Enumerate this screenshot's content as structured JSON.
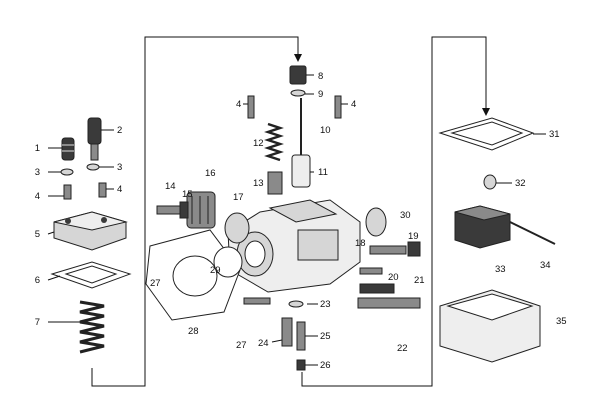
{
  "diagram": {
    "colors": {
      "ink": "#111111",
      "paper": "#ffffff",
      "part_dark": "#3a3a3a",
      "part_mid": "#8a8a8a",
      "part_light": "#d6d6d6"
    },
    "callouts": {
      "n1": "1",
      "n2": "2",
      "n3a": "3",
      "n3b": "3",
      "n4a": "4",
      "n4b": "4",
      "n4c": "4",
      "n4d": "4",
      "n5": "5",
      "n6": "6",
      "n7": "7",
      "n8": "8",
      "n9": "9",
      "n10": "10",
      "n11": "11",
      "n12": "12",
      "n13": "13",
      "n14": "14",
      "n15": "15",
      "n16": "16",
      "n17": "17",
      "n18": "18",
      "n19": "19",
      "n20": "20",
      "n21": "21",
      "n22": "22",
      "n23": "23",
      "n24": "24",
      "n25": "25",
      "n26": "26",
      "n27a": "27",
      "n27b": "27",
      "n28": "28",
      "n29": "29",
      "n30": "30",
      "n31": "31",
      "n32": "32",
      "n33": "33",
      "n34": "34",
      "n35": "35"
    }
  }
}
